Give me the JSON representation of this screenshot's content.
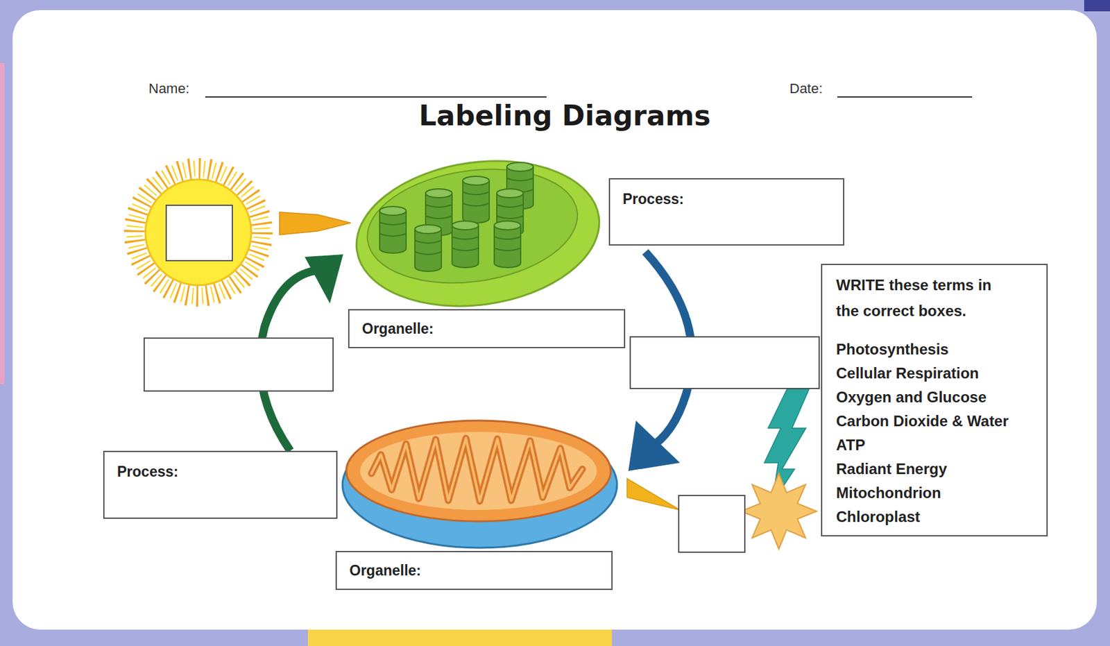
{
  "diagram": {
    "title": "Labeling Diagrams",
    "nodes": [
      {
        "text": [
          "Process:"
        ]
      },
      {
        "text": [
          "WRITE these terms in the correct boxes.",
          "Photosynthesis",
          "Cellular Respiration",
          "Oxygen and Glucose",
          "Carbon Dioxide & Water",
          "ATP",
          "Radiant Energy",
          "Mitochondrion",
          "Chloroplast"
        ]
      },
      {
        "text": [
          "Organelle:"
        ]
      },
      {
        "text": [
          "Process:"
        ]
      },
      {
        "text": [
          "Organelle:"
        ]
      }
    ],
    "labels": [
      "Name:",
      "Date:"
    ]
  }
}
